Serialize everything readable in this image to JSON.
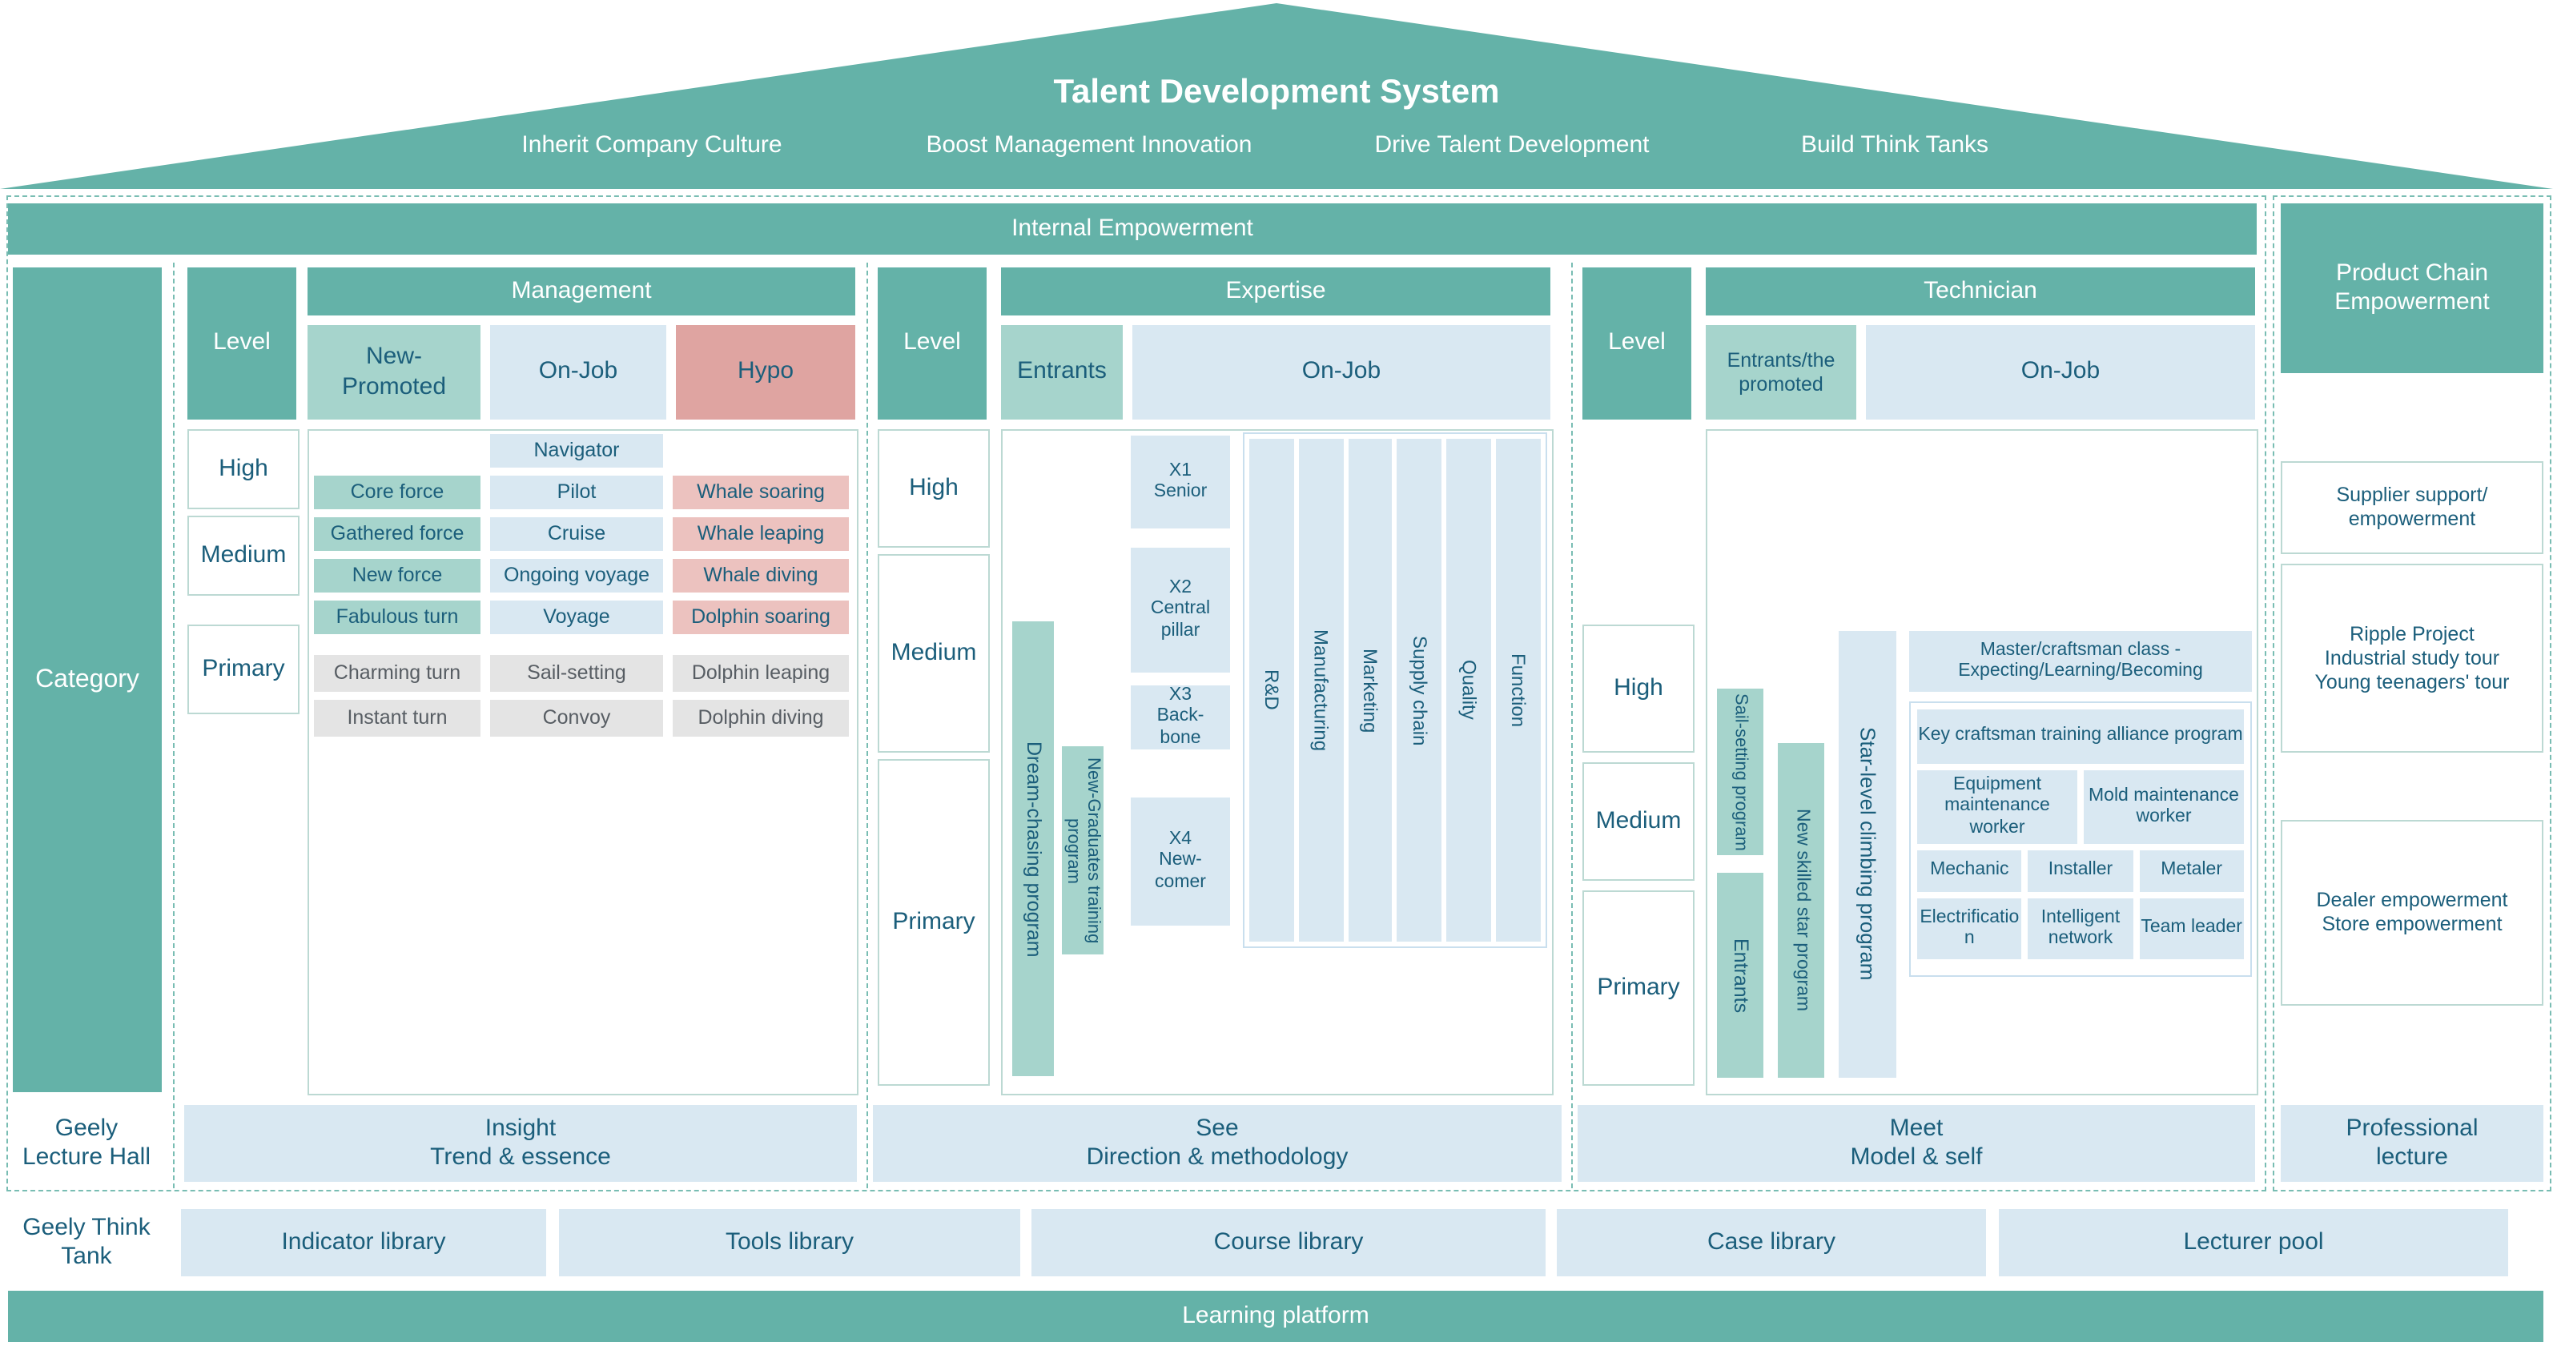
{
  "roof": {
    "title": "Talent Development System",
    "pillars": [
      "Inherit Company Culture",
      "Boost Management Innovation",
      "Drive Talent Development",
      "Build Think Tanks"
    ]
  },
  "banners": {
    "internal_empowerment": "Internal Empowerment",
    "learning_platform": "Learning platform"
  },
  "category_label": "Category",
  "management": {
    "header": "Management",
    "level_label": "Level",
    "levels": [
      "High",
      "Medium",
      "Primary"
    ],
    "columns": [
      "New-\nPromoted",
      "On-Job",
      "Hypo"
    ],
    "navigator": "Navigator",
    "rows": [
      [
        "Core force",
        "Pilot",
        "Whale soaring"
      ],
      [
        "Gathered force",
        "Cruise",
        "Whale leaping"
      ],
      [
        "New force",
        "Ongoing voyage",
        "Whale diving"
      ],
      [
        "Fabulous turn",
        "Voyage",
        "Dolphin soaring"
      ]
    ],
    "gray_rows": [
      [
        "Charming turn",
        "Sail-setting",
        "Dolphin leaping"
      ],
      [
        "Instant turn",
        "Convoy",
        "Dolphin diving"
      ]
    ]
  },
  "expertise": {
    "header": "Expertise",
    "level_label": "Level",
    "levels": [
      "High",
      "Medium",
      "Primary"
    ],
    "columns": [
      "Entrants",
      "On-Job"
    ],
    "programs": [
      "Dream-chasing program",
      "New-Graduates training program"
    ],
    "x_levels": [
      "X1\nSenior",
      "X2\nCentral\npillar",
      "X3\nBack-\nbone",
      "X4\nNew-\ncomer"
    ],
    "functions": [
      "R&D",
      "Manufacturing",
      "Marketing",
      "Supply chain",
      "Quality",
      "Function"
    ]
  },
  "technician": {
    "header": "Technician",
    "level_label": "Level",
    "levels": [
      "High",
      "Medium",
      "Primary"
    ],
    "columns": [
      "Entrants/the promoted",
      "On-Job"
    ],
    "bars": {
      "sail_setting": "Sail-setting program",
      "entrants": "Entrants",
      "new_skilled": "New skilled star program",
      "star_level": "Star-level climbing program"
    },
    "master_class": "Master/craftsman class -\nExpecting/Learning/Becoming",
    "alliance": {
      "title": "Key craftsman training alliance program",
      "row1": [
        "Equipment maintenance worker",
        "Mold maintenance worker"
      ],
      "row2": [
        "Mechanic",
        "Installer",
        "Metaler"
      ],
      "row3": [
        "Electrification",
        "Intelligent network",
        "Team leader"
      ]
    }
  },
  "product_chain": {
    "header": "Product Chain Empowerment",
    "boxes": [
      "Supplier support/\nempowerment",
      "Ripple Project\nIndustrial study tour\nYoung teenagers' tour",
      "Dealer empowerment\nStore empowerment"
    ]
  },
  "lecture_hall": {
    "label": "Geely\nLecture Hall",
    "items": [
      "Insight\nTrend & essence",
      "See\nDirection & methodology",
      "Meet\nModel & self",
      "Professional\nlecture"
    ]
  },
  "think_tank": {
    "label": "Geely Think\nTank",
    "items": [
      "Indicator library",
      "Tools library",
      "Course library",
      "Case library",
      "Lecturer pool"
    ]
  },
  "colors": {
    "teal": "#64b2a8",
    "light_teal": "#a6d4cc",
    "light_blue": "#d9e8f2",
    "pink_header": "#dfa4a1",
    "pink_item": "#ecc2bf",
    "gray_item": "#e4e4e4",
    "ink": "#1b5e7b"
  }
}
